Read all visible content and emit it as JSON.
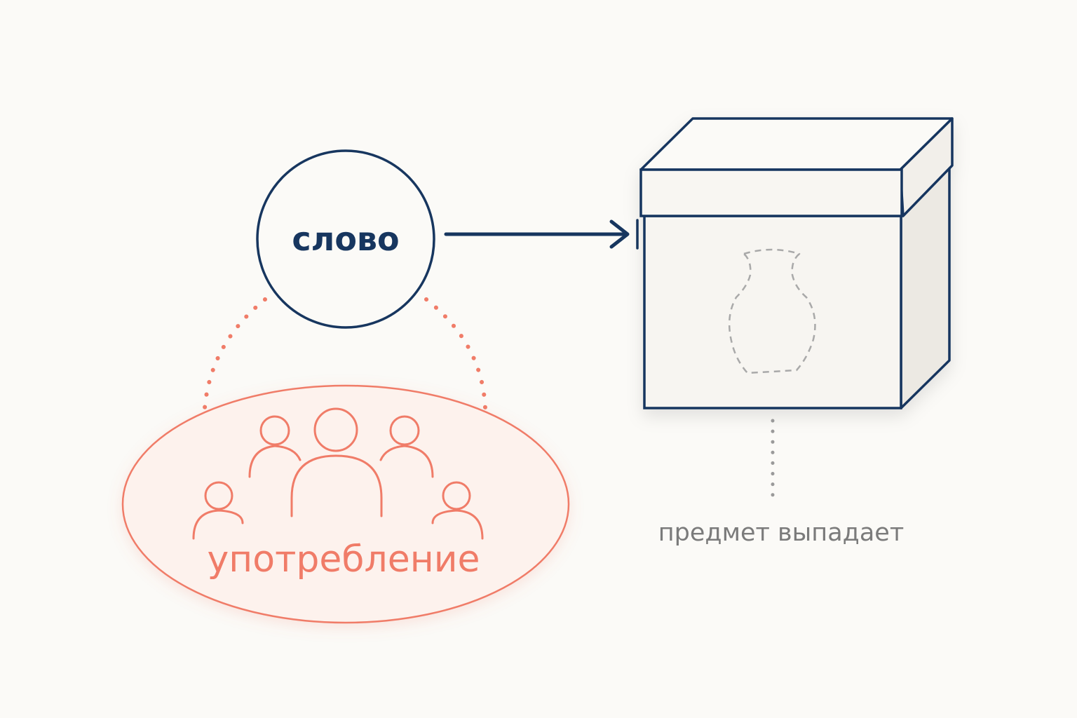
{
  "word": {
    "label": "слово"
  },
  "usage": {
    "label": "употребление",
    "people_icon": "group-of-people-icon"
  },
  "box": {
    "content_icon": "vase-outline-icon"
  },
  "caption": {
    "label": "предмет выпадает"
  },
  "colors": {
    "background": "#fbfaf7",
    "navy": "#17365f",
    "coral": "#f07c68",
    "coral_fill": "#fdf1ec",
    "gray_text": "#7b7b7b",
    "gray_dots": "#9a9a9a",
    "box_face": "#f8f6f2",
    "box_side": "#ece9e3"
  }
}
